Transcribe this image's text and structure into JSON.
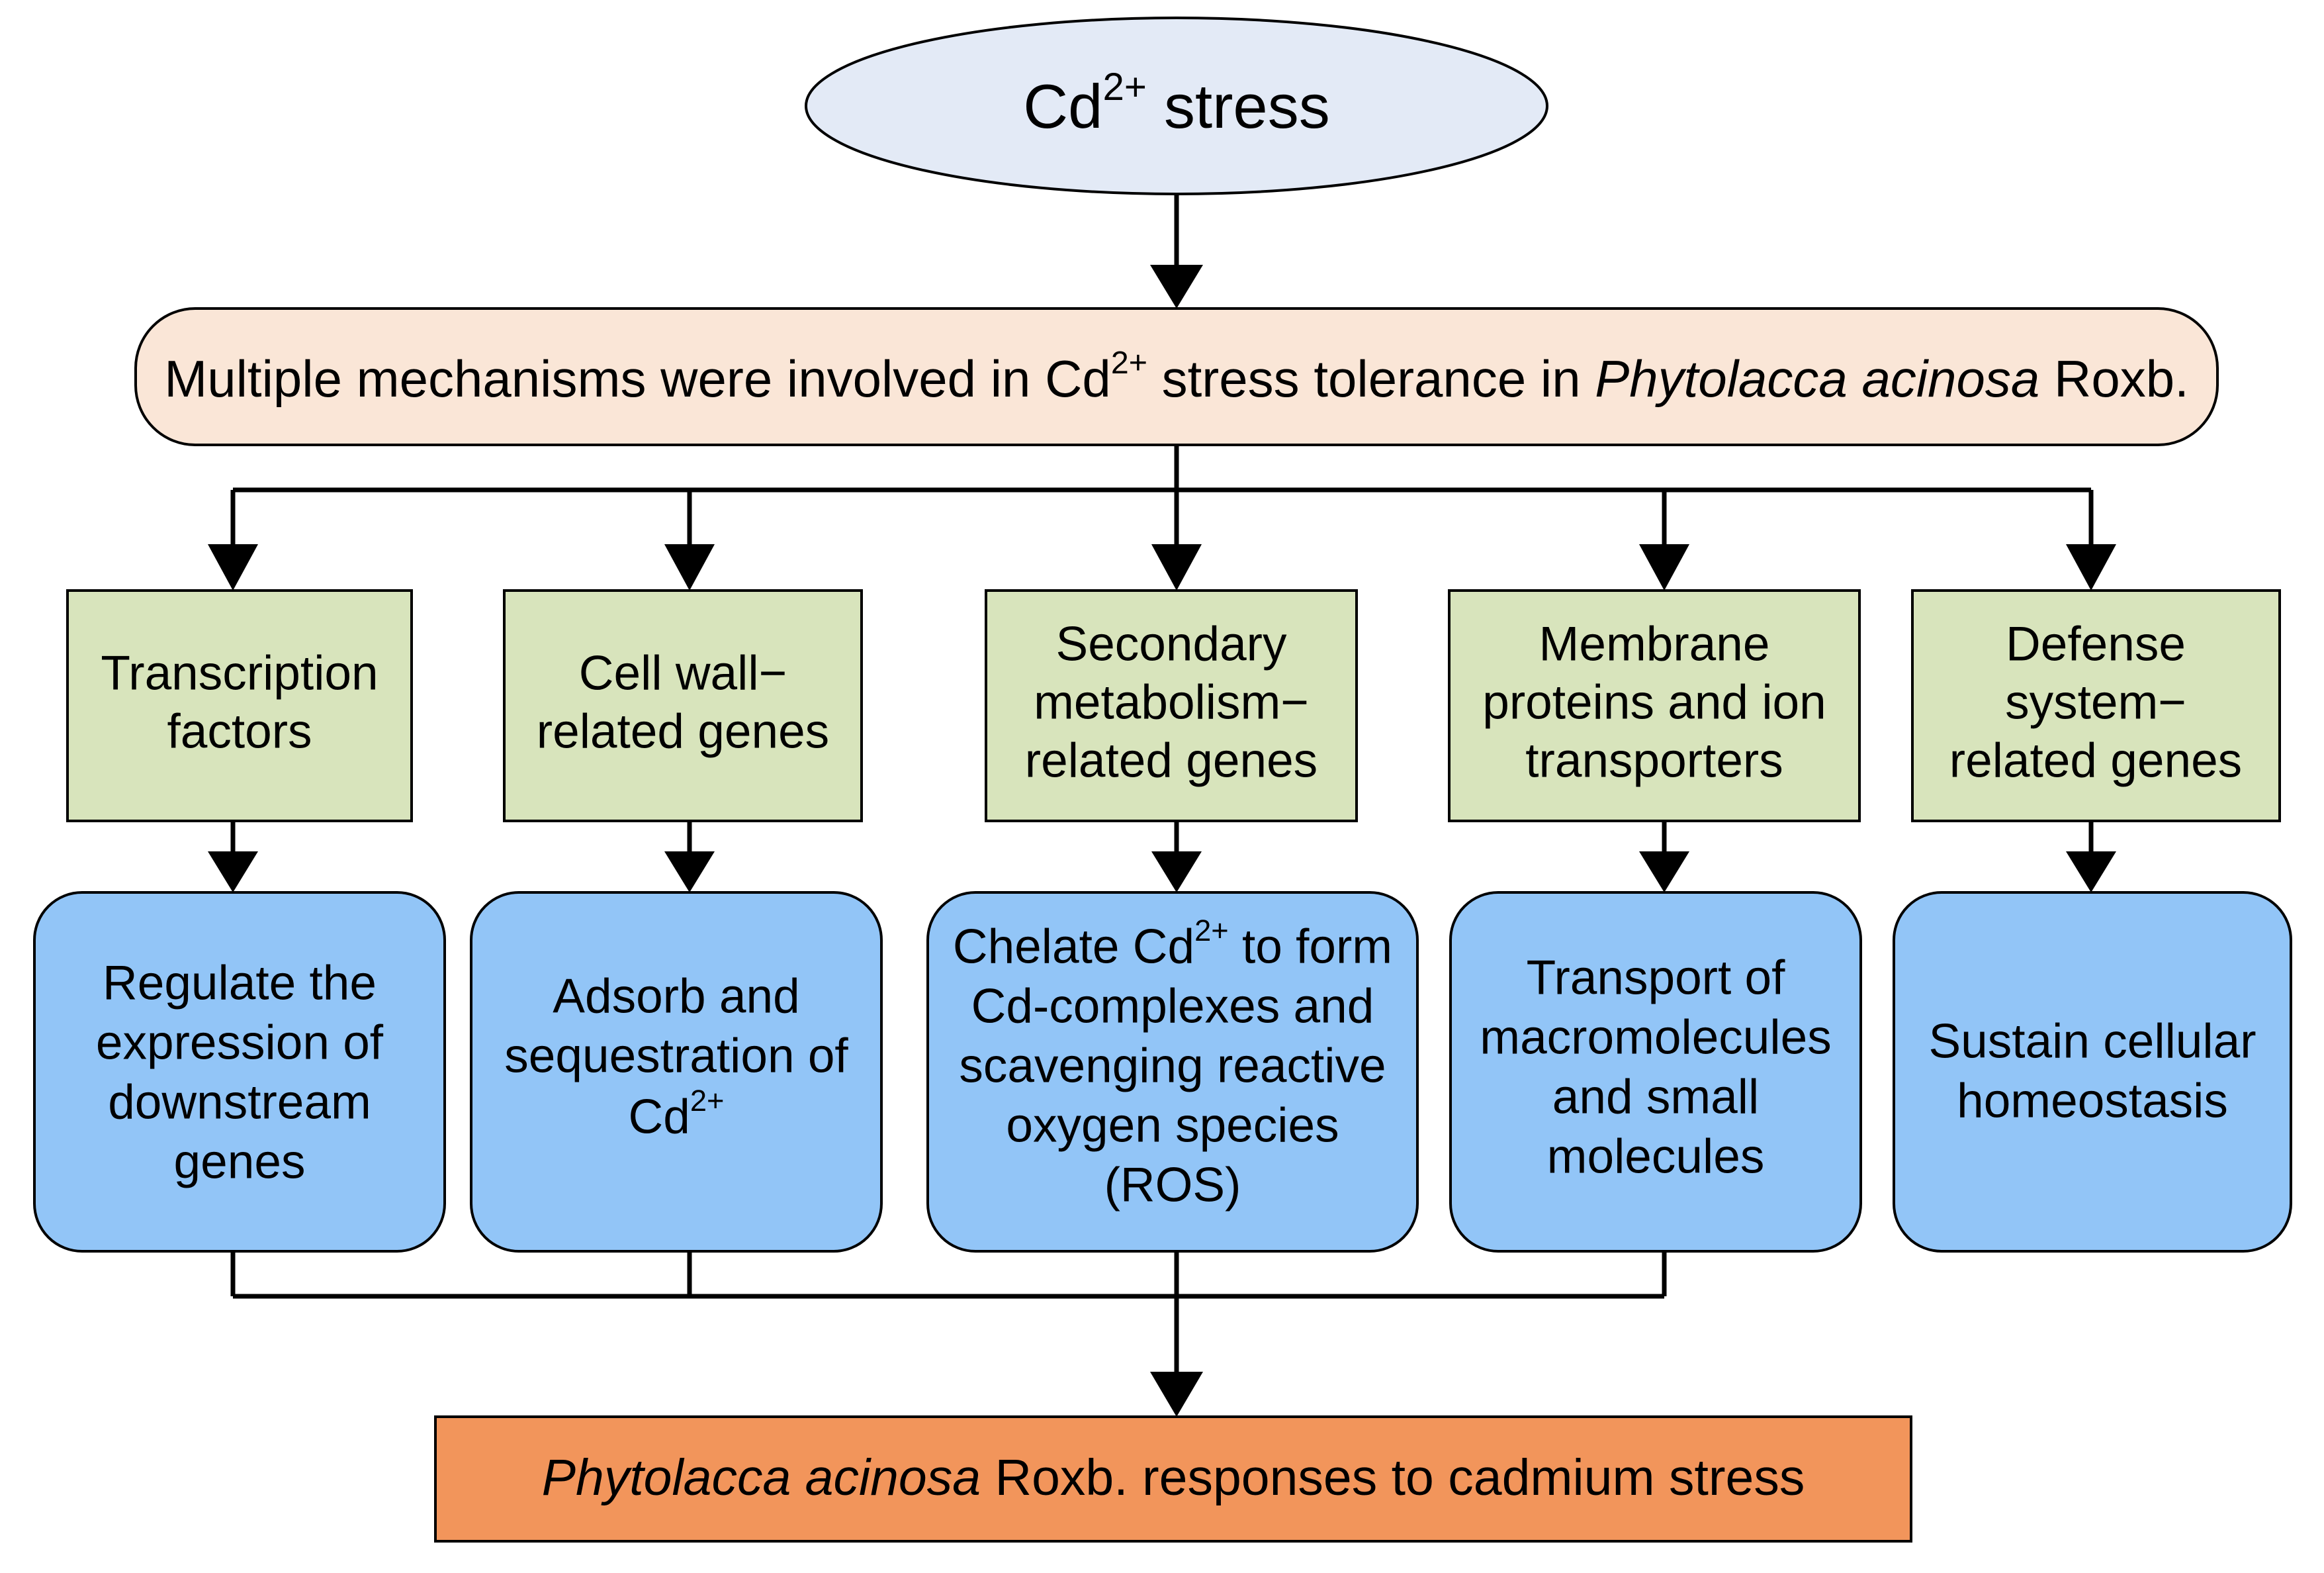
{
  "diagram": {
    "title_node": {
      "label": "Cd2+ stress",
      "text_main": "Cd",
      "text_sup": "2+",
      "text_tail": " stress",
      "shape": "ellipse",
      "fill": "#E3EAF6",
      "stroke": "#000000"
    },
    "banner_node": {
      "label_full": "Multiple mechanisms were involved in Cd2+ stress tolerance in Phytolacca acinosa Roxb.",
      "segment_1": "Multiple mechanisms were involved in Cd",
      "segment_sup": "2+",
      "segment_2": " stress tolerance in ",
      "segment_italic": "Phytolacca acinosa",
      "segment_3": " Roxb.",
      "shape": "rounded-rect",
      "fill": "#FAE6D7",
      "stroke": "#000000"
    },
    "category_nodes": {
      "fill": "#D8E4BC",
      "stroke": "#000000",
      "shape": "rect",
      "items": [
        {
          "id": "transcription-factors",
          "lines": [
            "Transcription",
            "factors"
          ]
        },
        {
          "id": "cell-wall-related-genes",
          "lines": [
            "Cell wall−",
            "related genes"
          ]
        },
        {
          "id": "secondary-metabolism-related-genes",
          "lines": [
            "Secondary",
            "metabolism−",
            "related genes"
          ]
        },
        {
          "id": "membrane-proteins-and-ion-transporters",
          "lines": [
            "Membrane",
            "proteins and ion",
            "transporters"
          ]
        },
        {
          "id": "defense-system-related-genes",
          "lines": [
            "Defense",
            "system−",
            "related genes"
          ]
        }
      ]
    },
    "function_nodes": {
      "fill": "#92C5F7",
      "stroke": "#000000",
      "shape": "rounded-rect",
      "items": [
        {
          "id": "regulate-downstream-genes",
          "lines": [
            "Regulate the",
            "expression of",
            "downstream",
            "genes"
          ]
        },
        {
          "id": "adsorb-and-sequestration",
          "lines": [
            "Adsorb and",
            "sequestration of",
            "Cd|SUP|2+"
          ]
        },
        {
          "id": "chelate-and-scavenge-ros",
          "lines": [
            "Chelate Cd|SUP|2+| to form",
            "Cd-complexes and",
            "scavenging reactive",
            "oxygen species",
            "(ROS)"
          ]
        },
        {
          "id": "transport-molecules",
          "lines": [
            "Transport of",
            "macromolecules",
            "and small",
            "molecules"
          ]
        },
        {
          "id": "sustain-homeostasis",
          "lines": [
            "Sustain cellular",
            "homeostasis"
          ]
        }
      ]
    },
    "outcome_node": {
      "label_full": "Phytolacca acinosa Roxb. responses to cadmium stress",
      "segment_italic": "Phytolacca acinosa",
      "segment_rest": " Roxb. responses to cadmium stress",
      "shape": "rect",
      "fill": "#F2955B",
      "stroke": "#000000"
    },
    "connectors": {
      "stroke": "#000000",
      "arrow_style": "filled-triangle",
      "description": "Ellipse arrows down into banner; banner fans out via horizontal bus to five category boxes; each category box arrows down to its function box; function boxes 1-4 merge onto a horizontal bus that feeds an arrow into the outcome bar"
    }
  }
}
